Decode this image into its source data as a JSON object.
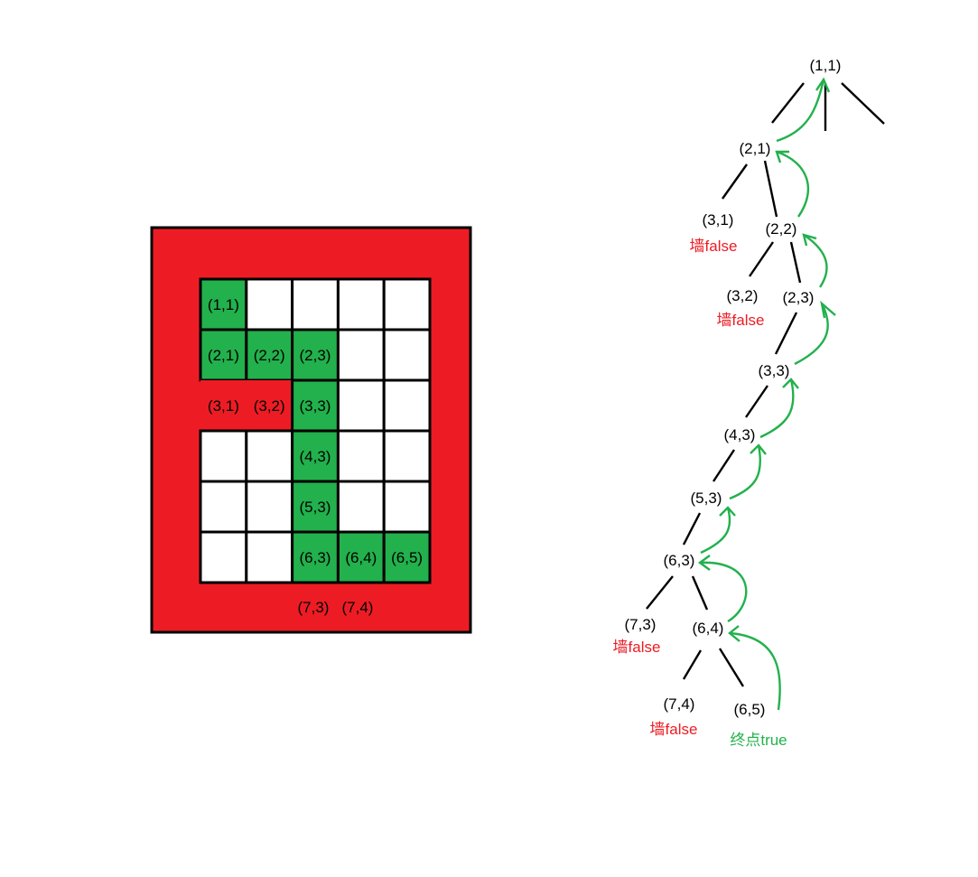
{
  "colors": {
    "wall": "#ed1c24",
    "path": "#22b14c",
    "open": "#ffffff",
    "grid": "#000000",
    "text": "#000000"
  },
  "maze": {
    "rows": [
      [
        "(1,1)",
        "",
        "",
        "",
        ""
      ],
      [
        "(2,1)",
        "(2,2)",
        "(2,3)",
        "",
        ""
      ],
      [
        "(3,1)",
        "(3,2)",
        "(3,3)",
        "",
        ""
      ],
      [
        "",
        "",
        "(4,3)",
        "",
        ""
      ],
      [
        "",
        "",
        "(5,3)",
        "",
        ""
      ],
      [
        "",
        "",
        "(6,3)",
        "(6,4)",
        "(6,5)"
      ]
    ],
    "cell_types": [
      [
        "path",
        "open",
        "open",
        "open",
        "open"
      ],
      [
        "path",
        "path",
        "path",
        "open",
        "open"
      ],
      [
        "wall",
        "wall",
        "path",
        "open",
        "open"
      ],
      [
        "open",
        "open",
        "path",
        "open",
        "open"
      ],
      [
        "open",
        "open",
        "path",
        "open",
        "open"
      ],
      [
        "open",
        "open",
        "path",
        "path",
        "path"
      ]
    ],
    "bottom_labels": [
      "(7,3)",
      "(7,4)"
    ]
  },
  "tree": {
    "nodes": {
      "n11": "(1,1)",
      "n21": "(2,1)",
      "n31": "(3,1)",
      "n22": "(2,2)",
      "n32": "(3,2)",
      "n23": "(2,3)",
      "n33": "(3,3)",
      "n43": "(4,3)",
      "n53": "(5,3)",
      "n63": "(6,3)",
      "n73": "(7,3)",
      "n64": "(6,4)",
      "n74": "(7,4)",
      "n65": "(6,5)"
    },
    "status": {
      "n31": "墙false",
      "n32": "墙false",
      "n73": "墙false",
      "n74": "墙false",
      "n65": "终点true"
    }
  }
}
